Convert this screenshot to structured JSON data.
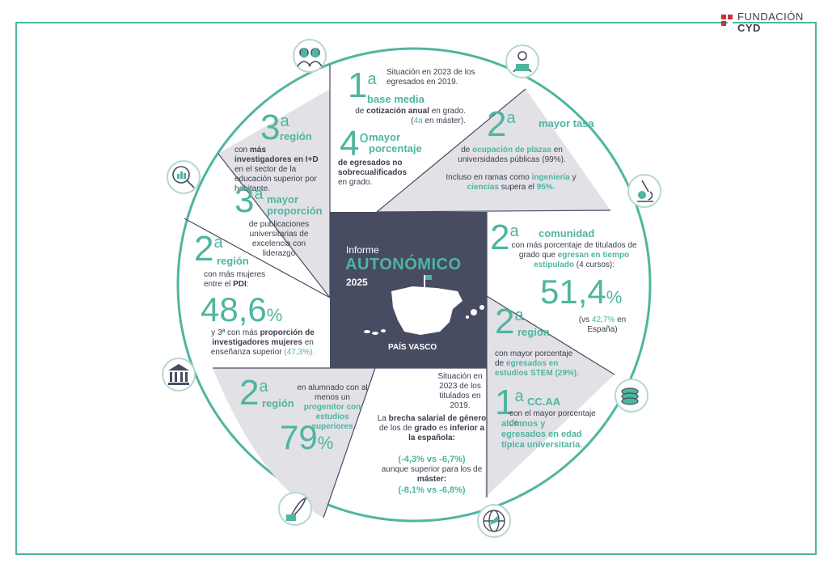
{
  "brand": {
    "line1": "FUNDACIÓN",
    "line2": "CYD"
  },
  "center": {
    "informe": "Informe",
    "autonomico": "AUTONÓMICO",
    "year": "2025",
    "region": "PAÍS VASCO"
  },
  "s1": {
    "intro": "Situación en 2023 de los egresados en 2019.",
    "num": "1",
    "sup": "a",
    "head": "base media",
    "l1b": "cotización anual",
    "l1a": "de",
    "l1c": "en grado.",
    "l2": "(",
    "l2t": "4a",
    "l2c": "en máster)."
  },
  "s2": {
    "num": "4",
    "sup": "o",
    "head": "mayor porcentaje",
    "b1": "de egresados no sobrecualificados",
    "b2": "en grado."
  },
  "s3": {
    "num": "2",
    "sup": "a",
    "head": "mayor tasa",
    "a1": "de",
    "a2": "ocupación de plazas",
    "a3": "en universidades públicas (99%).",
    "b1": "Incluso en ramas como",
    "b2": "ingeniería",
    "b3": "y",
    "b4": "ciencias",
    "b5": "supera el",
    "b6": "95%."
  },
  "s4": {
    "num": "2",
    "sup": "a",
    "head": "comunidad",
    "a1": "con más porcentaje de titulados de grado que",
    "a2": "egresan en tiempo estipulado",
    "a3": "(4 cursos):",
    "pct": "51,4",
    "pctsign": "%",
    "c1": "(vs",
    "c2": "42,7%",
    "c3": "en España)"
  },
  "s5": {
    "num": "2",
    "sup": "a",
    "head": "región",
    "a1": "con mayor porcentaje de",
    "a2": "egresados en estudios STEM (29%)."
  },
  "s6": {
    "num": "1",
    "sup": "a",
    "head": "CC.AA",
    "a1": "con el mayor porcentaje de",
    "a2": "alumnos y egresados en edad típica universitaria."
  },
  "s7": {
    "intro": "Situación en 2023 de los titulados en 2019.",
    "a1": "La",
    "a2": "brecha salarial de género",
    "a3": "de los de",
    "a4": "grado",
    "a5": "es",
    "a6": "inferior a la española:",
    "v1": "(-4,3% vs -6,7%)",
    "a7": "aunque superior para los de",
    "a8": "máster:",
    "v2": "(-8,1% vs -6,8%)"
  },
  "s8": {
    "num": "2",
    "sup": "a",
    "head": "región",
    "a1": "en alumnado con al menos un",
    "a2": "progenitor con estudios superiores",
    "pct": "79",
    "pctsign": "%"
  },
  "s9": {
    "num": "2",
    "sup": "a",
    "head": "región",
    "a1": "con más mujeres entre el",
    "a2": "PDI",
    "a3": ":",
    "pct": "48,6",
    "pctsign": "%",
    "b1": "y 3ª con más",
    "b2": "proporción de investigadores mujeres",
    "b3": "en enseñanza superior",
    "b4": "(47,3%)."
  },
  "s10": {
    "num": "3",
    "sup": "a",
    "head": "región",
    "a1": "con",
    "a2": "más investigadores en I+D",
    "a3": "en el sector de la educación superior por habitante."
  },
  "s11": {
    "num": "3",
    "sup": "a",
    "head": "mayor proporción",
    "a1": "de publicaciones universitarias de excelencia con liderazgo"
  },
  "colors": {
    "teal": "#4fb5a0",
    "navy": "#474c62",
    "grey": "#e2e1e6",
    "red": "#c8323c"
  },
  "icons": [
    "people-icon",
    "reader-icon",
    "microscope-icon",
    "coins-icon",
    "globe-icon",
    "inkwell-icon",
    "university-icon",
    "analytics-icon"
  ]
}
